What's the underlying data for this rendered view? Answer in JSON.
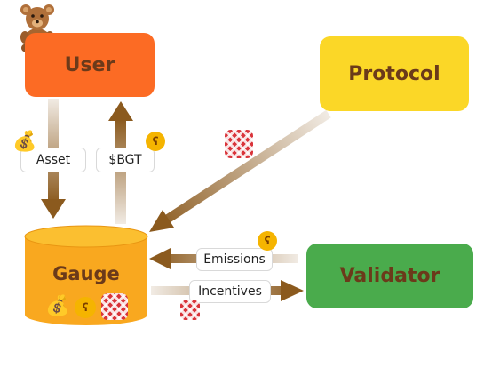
{
  "nodes": {
    "user": "User",
    "protocol": "Protocol",
    "validator": "Validator",
    "gauge": "Gauge"
  },
  "edges": {
    "asset": "Asset",
    "bgt": "$BGT",
    "emissions": "Emissions",
    "incentives": "Incentives"
  },
  "colors": {
    "user": "#fc6b24",
    "protocol": "#fbd727",
    "validator": "#4aab4c",
    "gauge": "#f9a81f",
    "arrow": "#8b5a1e",
    "label_text": "#6b3a1a"
  },
  "icons": {
    "user_avatar": "teddy-bear",
    "asset_token": "money-bag",
    "bgt_token": "bear-coin",
    "incentive_token": "checker-token"
  }
}
